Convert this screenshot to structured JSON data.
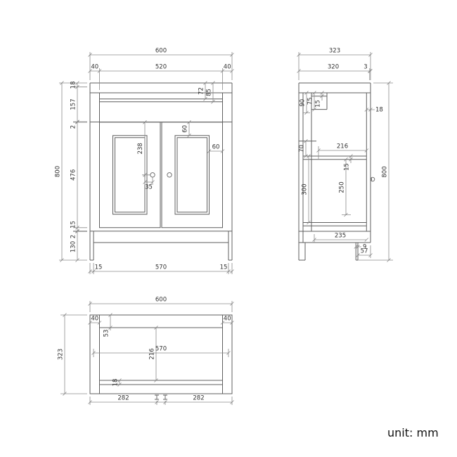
{
  "unit_label": "unit: mm",
  "front": {
    "dim_overall_width": "600",
    "dim_top_left_inset": "40",
    "dim_top_center": "520",
    "dim_top_right_inset": "40",
    "dim_overall_height": "800",
    "dim_h_segments": [
      "18",
      "157",
      "2",
      "476",
      "15",
      "2",
      "130"
    ],
    "dim_basin_depth_a": "72",
    "dim_basin_depth_b": "85",
    "dim_door_rail_top": "60",
    "dim_door_stile": "60",
    "dim_knob_drop": "238",
    "dim_knob_inset": "35",
    "dim_bottom_left_inset": "15",
    "dim_bottom_center": "570",
    "dim_bottom_right_inset": "15"
  },
  "side": {
    "dim_overall_depth": "323",
    "dim_depth_body": "320",
    "dim_depth_lip": "3",
    "dim_overall_height": "800",
    "dim_front_thickness": "18",
    "dim_hanger_a": "75",
    "dim_hanger_b": "90",
    "dim_hanger_c": "15",
    "dim_rail_gap": "70",
    "dim_shelf_depth": "216",
    "dim_shelf_thickness": "15",
    "dim_back_clear": "300",
    "dim_shelf_clear": "250",
    "dim_bottom_depth": "235",
    "dim_leg_thickness": "9",
    "dim_leg_setback": "57"
  },
  "plan": {
    "dim_overall_width": "600",
    "dim_left_inset": "40",
    "dim_right_inset": "40",
    "dim_overall_depth": "323",
    "dim_back_depth": "53",
    "dim_inner_width": "570",
    "dim_mid_depth": "216",
    "dim_front_thickness": "18",
    "dim_fix_left": "282",
    "dim_fix_right": "282"
  }
}
